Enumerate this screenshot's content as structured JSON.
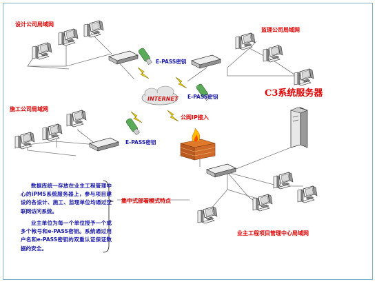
{
  "labels": {
    "design_lan": "设计公司局域网",
    "supervision_lan": "监理公司局域网",
    "construction_lan": "施工公司局域网",
    "owner_lan": "业主工程项目管理中心局域网",
    "epass_key_1": "E-PASS密钥",
    "epass_key_2": "E-PASS密钥",
    "epass_key_3": "E-PASS密钥",
    "public_ip": "公网IP接入",
    "internet": "INTERNET",
    "c3_server": "C3系统服务器",
    "deploy_feature": "集中式部署模式特点"
  },
  "description": {
    "para1": "数据库统一存放在业主工程管理中心的iPMS系统服务器上，参与项目建设的各设计、施工、监理单位均通过互联网访问系统。",
    "para2": "业主单位为每一个单位授予一个或多个帐号和e-PASS密钥。系统通过用户名和e-PASS密钥的双重认证保证数据的安全。"
  },
  "colors": {
    "label_red": "#e00000",
    "label_blue": "#1a1aa8",
    "border": "#7fb0c8"
  }
}
